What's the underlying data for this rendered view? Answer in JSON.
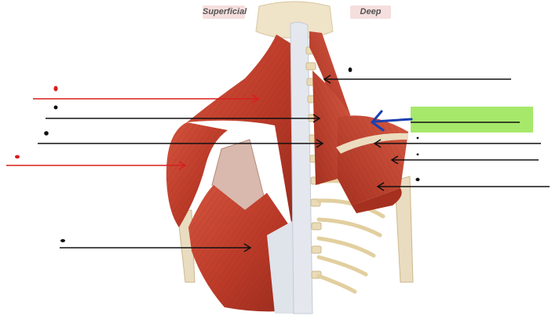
{
  "header": {
    "superficial_label": "Superficial",
    "deep_label": "Deep"
  },
  "colors": {
    "muscle": "#c0392b",
    "muscle_dark": "#8e2a20",
    "tendon": "#ecdcbf",
    "bone": "#e6d3a6",
    "spine_band": "#e2e5ea",
    "red_leader": "#d81e1e",
    "black_leader": "#111111",
    "answer_highlight": "#a6e86a",
    "hint_arrow": "#1b3fb0"
  },
  "leaders": [
    {
      "id": "left-red-1",
      "color": "red"
    },
    {
      "id": "left-black-1",
      "color": "black"
    },
    {
      "id": "left-black-2",
      "color": "black"
    },
    {
      "id": "left-red-2",
      "color": "red"
    },
    {
      "id": "left-black-3",
      "color": "black"
    },
    {
      "id": "right-black-1",
      "color": "black"
    },
    {
      "id": "right-highlighted",
      "color": "black"
    },
    {
      "id": "right-black-2",
      "color": "black"
    },
    {
      "id": "right-black-3",
      "color": "black"
    },
    {
      "id": "right-black-4",
      "color": "black"
    }
  ]
}
